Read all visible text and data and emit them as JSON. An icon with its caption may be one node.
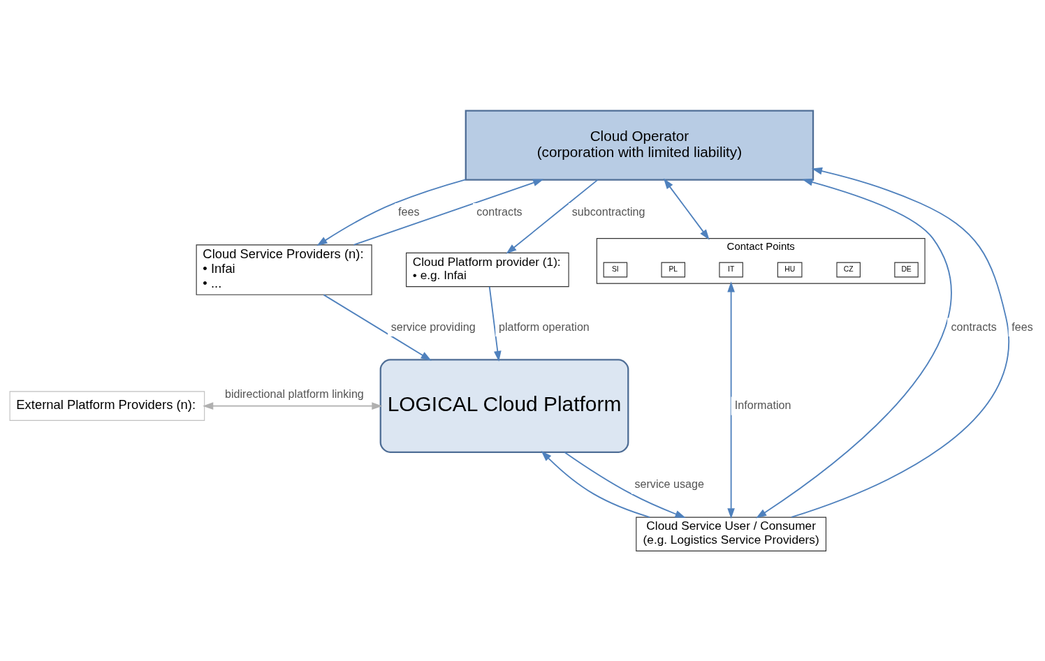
{
  "diagram": {
    "nodes": [
      {
        "text": [
          "Cloud Operator",
          "(corporation with limited liability)"
        ]
      },
      {
        "text": [
          "Cloud Service Providers (n):",
          "• Infai",
          "• ..."
        ]
      },
      {
        "text": [
          "Cloud Platform provider (1):",
          "• e.g. Infai"
        ]
      },
      {
        "text": [
          "Contact Points"
        ]
      },
      {
        "text": [
          "DE"
        ],
        "in": 3
      },
      {
        "text": [
          "CZ"
        ],
        "in": 3
      },
      {
        "text": [
          "HU"
        ],
        "in": 3
      },
      {
        "text": [
          "IT"
        ],
        "in": 3
      },
      {
        "text": [
          "PL"
        ],
        "in": 3
      },
      {
        "text": [
          "SI"
        ],
        "in": 3
      },
      {
        "text": [
          "LOGICAL Cloud Platform"
        ]
      },
      {
        "text": [
          "External Platform Providers (n):"
        ]
      },
      {
        "text": [
          "Cloud Service User / Consumer",
          "(e.g. Logistics Service Providers)"
        ]
      }
    ],
    "edges": [
      {
        "from": 1,
        "to": 0,
        "arrow": "to",
        "label": "contracts"
      },
      {
        "from": 0,
        "to": 1,
        "arrow": "to",
        "label": "fees"
      },
      {
        "from": 0,
        "to": 2,
        "arrow": "to",
        "label": "subcontracting"
      },
      {
        "from": 2,
        "to": 10,
        "arrow": "to",
        "label": "platform operation"
      },
      {
        "from": 1,
        "to": 10,
        "arrow": "to",
        "label": "service providing"
      },
      {
        "from": 11,
        "to": 10,
        "arrow": "both",
        "label": "bidirectional platform linking",
        "color": "#b0b0b0"
      },
      {
        "from": 10,
        "to": 12,
        "arrow": "to",
        "label": "service usage"
      },
      {
        "from": 12,
        "to": 10,
        "arrow": "to"
      },
      {
        "from": 12,
        "to": 0,
        "arrow": "both",
        "label": "contracts"
      },
      {
        "from": 12,
        "to": 0,
        "arrow": "to",
        "label": "fees"
      },
      {
        "from": 0,
        "to": 3,
        "arrow": "both"
      },
      {
        "from": 3,
        "to": 12,
        "arrow": "both",
        "label": "Information"
      }
    ]
  }
}
